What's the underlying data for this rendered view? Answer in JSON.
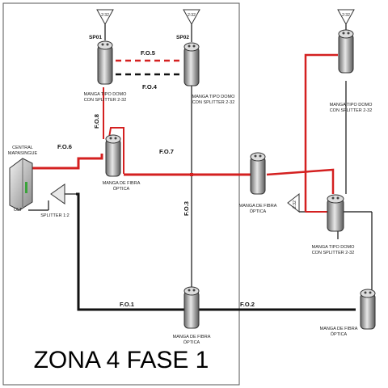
{
  "colors": {
    "red": "#d42020",
    "black": "#111111",
    "border": "#555555"
  },
  "title": "ZONA 4 FASE 1",
  "central": {
    "line1": "CENTRAL",
    "line2": "MAPASINGUE",
    "olt": "OLT"
  },
  "splitter_main": "SPLITTER 1:2",
  "splitter_ratio": "2:32",
  "sp_labels": {
    "sp01": "SP01",
    "sp02": "SP02"
  },
  "fiber_labels": {
    "fo1": "F.O.1",
    "fo2": "F.O.2",
    "fo3": "F.O.3",
    "fo4": "F.O.4",
    "fo5": "F.O.5",
    "fo6": "F.O.6",
    "fo7": "F.O.7",
    "fo8": "F.O.8"
  },
  "device_labels": {
    "manga_domo_1": "MANGA TIPO DOMO",
    "manga_domo_2": "CON SPLITTER 2-32",
    "manga_fibra_1": "MANGA DE FIBRA",
    "manga_fibra_2": "ÓPTICA"
  }
}
